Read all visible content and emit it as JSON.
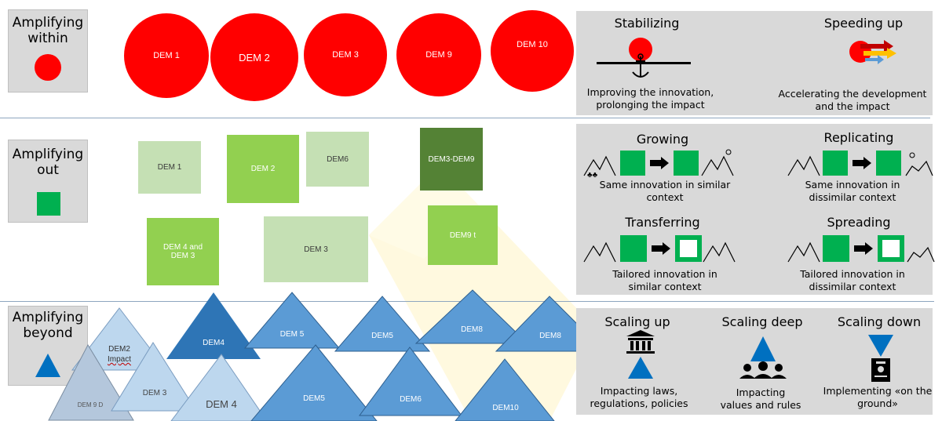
{
  "rows": {
    "within": {
      "label_line1": "Amplifying",
      "label_line2": "within"
    },
    "out": {
      "label_line1": "Amplifying",
      "label_line2": "out"
    },
    "beyond": {
      "label_line1": "Amplifying",
      "label_line2": "beyond"
    }
  },
  "within_circles": [
    "DEM 1",
    "DEM 2",
    "DEM 3",
    "DEM 9",
    "DEM 10"
  ],
  "out_squares": {
    "s1": "DEM 1",
    "s2": "DEM 2",
    "s3": "DEM6",
    "s4": "DEM3-DEM9",
    "s5_line1": "DEM 4 and",
    "s5_line2": "DEM 3",
    "s6": "DEM 3",
    "s7": "DEM9 t"
  },
  "beyond_triangles": {
    "t1_line1": "DEM2",
    "t1_line2": "Impact",
    "t2": "DEM 9 D",
    "t3": "DEM 3",
    "t4": "DEM 4",
    "t5": "DEM4",
    "t6": "DEM 5",
    "t7": "DEM5",
    "t8": "DEM5",
    "t9": "DEM6",
    "t10": "DEM8",
    "t11": "DEM8",
    "t12": "DEM10"
  },
  "panel_within": {
    "stabilizing_title": "Stabilizing",
    "stabilizing_desc1": "Improving the innovation,",
    "stabilizing_desc2": "prolonging the impact",
    "speeding_title": "Speeding up",
    "speeding_desc1": "Accelerating the development",
    "speeding_desc2": "and the impact"
  },
  "panel_out": {
    "growing_title": "Growing",
    "growing_desc1": "Same innovation in similar",
    "growing_desc2": "context",
    "replicating_title": "Replicating",
    "replicating_desc1": "Same innovation in",
    "replicating_desc2": "dissimilar context",
    "transferring_title": "Transferring",
    "transferring_desc1": "Tailored innovation in",
    "transferring_desc2": "similar context",
    "spreading_title": "Spreading",
    "spreading_desc1": "Tailored innovation in",
    "spreading_desc2": "dissimilar context"
  },
  "panel_beyond": {
    "up_title": "Scaling up",
    "up_desc1": "Impacting laws,",
    "up_desc2": "regulations, policies",
    "deep_title": "Scaling deep",
    "deep_desc1": "Impacting",
    "deep_desc2": "values and rules",
    "down_title": "Scaling down",
    "down_desc1": "Implementing «on the",
    "down_desc2": "ground»"
  },
  "colors": {
    "red": "#ff0000",
    "green": "#00b050",
    "light_green": "#c5e0b4",
    "mid_green": "#92d050",
    "dark_green": "#548235",
    "blue": "#5b9bd5",
    "light_blue": "#bdd7ee",
    "panel_grey": "#d9d9d9"
  }
}
